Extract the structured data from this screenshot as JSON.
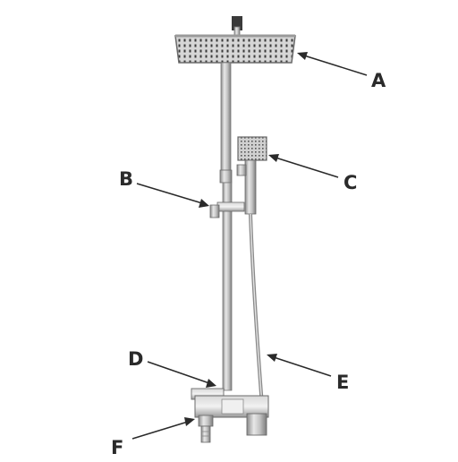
{
  "diagram": {
    "callouts": [
      {
        "id": "A",
        "label": "A",
        "part": "rain-shower-head"
      },
      {
        "id": "B",
        "label": "B",
        "part": "height-adjust-holder"
      },
      {
        "id": "C",
        "label": "C",
        "part": "hand-shower"
      },
      {
        "id": "D",
        "label": "D",
        "part": "riser-rail"
      },
      {
        "id": "E",
        "label": "E",
        "part": "shower-hose"
      },
      {
        "id": "F",
        "label": "F",
        "part": "inlet-connector"
      }
    ]
  }
}
